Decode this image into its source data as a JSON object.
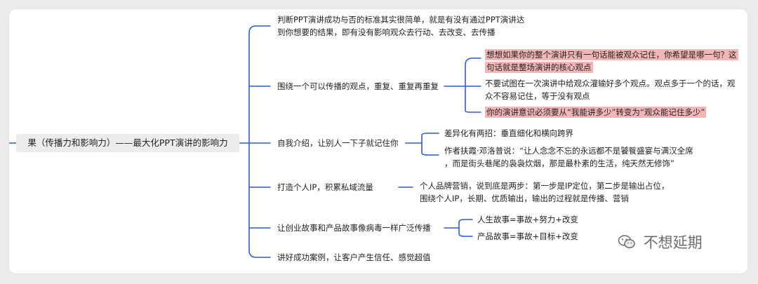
{
  "root": {
    "label": "果（传播力和影响力）——最大化PPT演讲的影响力"
  },
  "branches": [
    {
      "lines": [
        "判断PPT演讲成功与否的标准其实很简单，就是有没有通过PPT演讲达",
        "到你想要的结果，即有没有影响观众去行动、去改变、去传播"
      ]
    },
    {
      "lines": [
        "围绕一个可以传播的观点，重复、重复再重复"
      ]
    },
    {
      "lines": [
        "自我介绍，让别人一下子就记住你"
      ]
    },
    {
      "lines": [
        "打造个人IP，积累私域流量"
      ]
    },
    {
      "lines": [
        "让创业故事和产品故事像病毒一样广泛传播"
      ]
    },
    {
      "lines": [
        "讲好成功案例，让客户产生信任、感觉超值"
      ]
    }
  ],
  "children": {
    "repeat": [
      {
        "lines": [
          "想想如果你的整个演讲只有一句话能被观众记住，你希望是哪一句？这",
          "句话就是整场演讲的核心观点"
        ],
        "highlight": true
      },
      {
        "lines": [
          "不要试图在一次演讲中给观众灌输好多个观点。观点多于一个的话，观",
          "众不容易记住，等于没有观点"
        ],
        "highlight": false
      },
      {
        "lines": [
          "你的演讲意识必须要从“我能讲多少”转变为“观众能记住多少”"
        ],
        "highlight": true
      }
    ],
    "intro": [
      {
        "lines": [
          "差异化有两招：垂直细化和横向跨界"
        ]
      },
      {
        "lines": [
          "作者扶霞·邓洛普说：“让人念念不忘的永远都不是饕餮盛宴与满汉全席",
          "，而是街头巷尾的袅袅炊烟，那是最朴素的生活，纯天然无修饰”"
        ]
      }
    ],
    "ip": [
      {
        "lines": [
          "个人品牌营销，说到底是两步：第一步是IP定位，第二步是输出占位，",
          "围绕个人IP，长期、优质输出，输出的过程就是传播、营销"
        ]
      }
    ],
    "story": [
      {
        "lines": [
          "人生故事=事故+努力+改变"
        ]
      },
      {
        "lines": [
          "产品故事=事故+目标+改变"
        ]
      }
    ]
  },
  "watermark": {
    "text": "不想延期",
    "icon": "wechat-icon"
  },
  "colors": {
    "connector": "#2f5bd3",
    "highlight": "#f3b6b6",
    "root_bg": "#ececec"
  }
}
